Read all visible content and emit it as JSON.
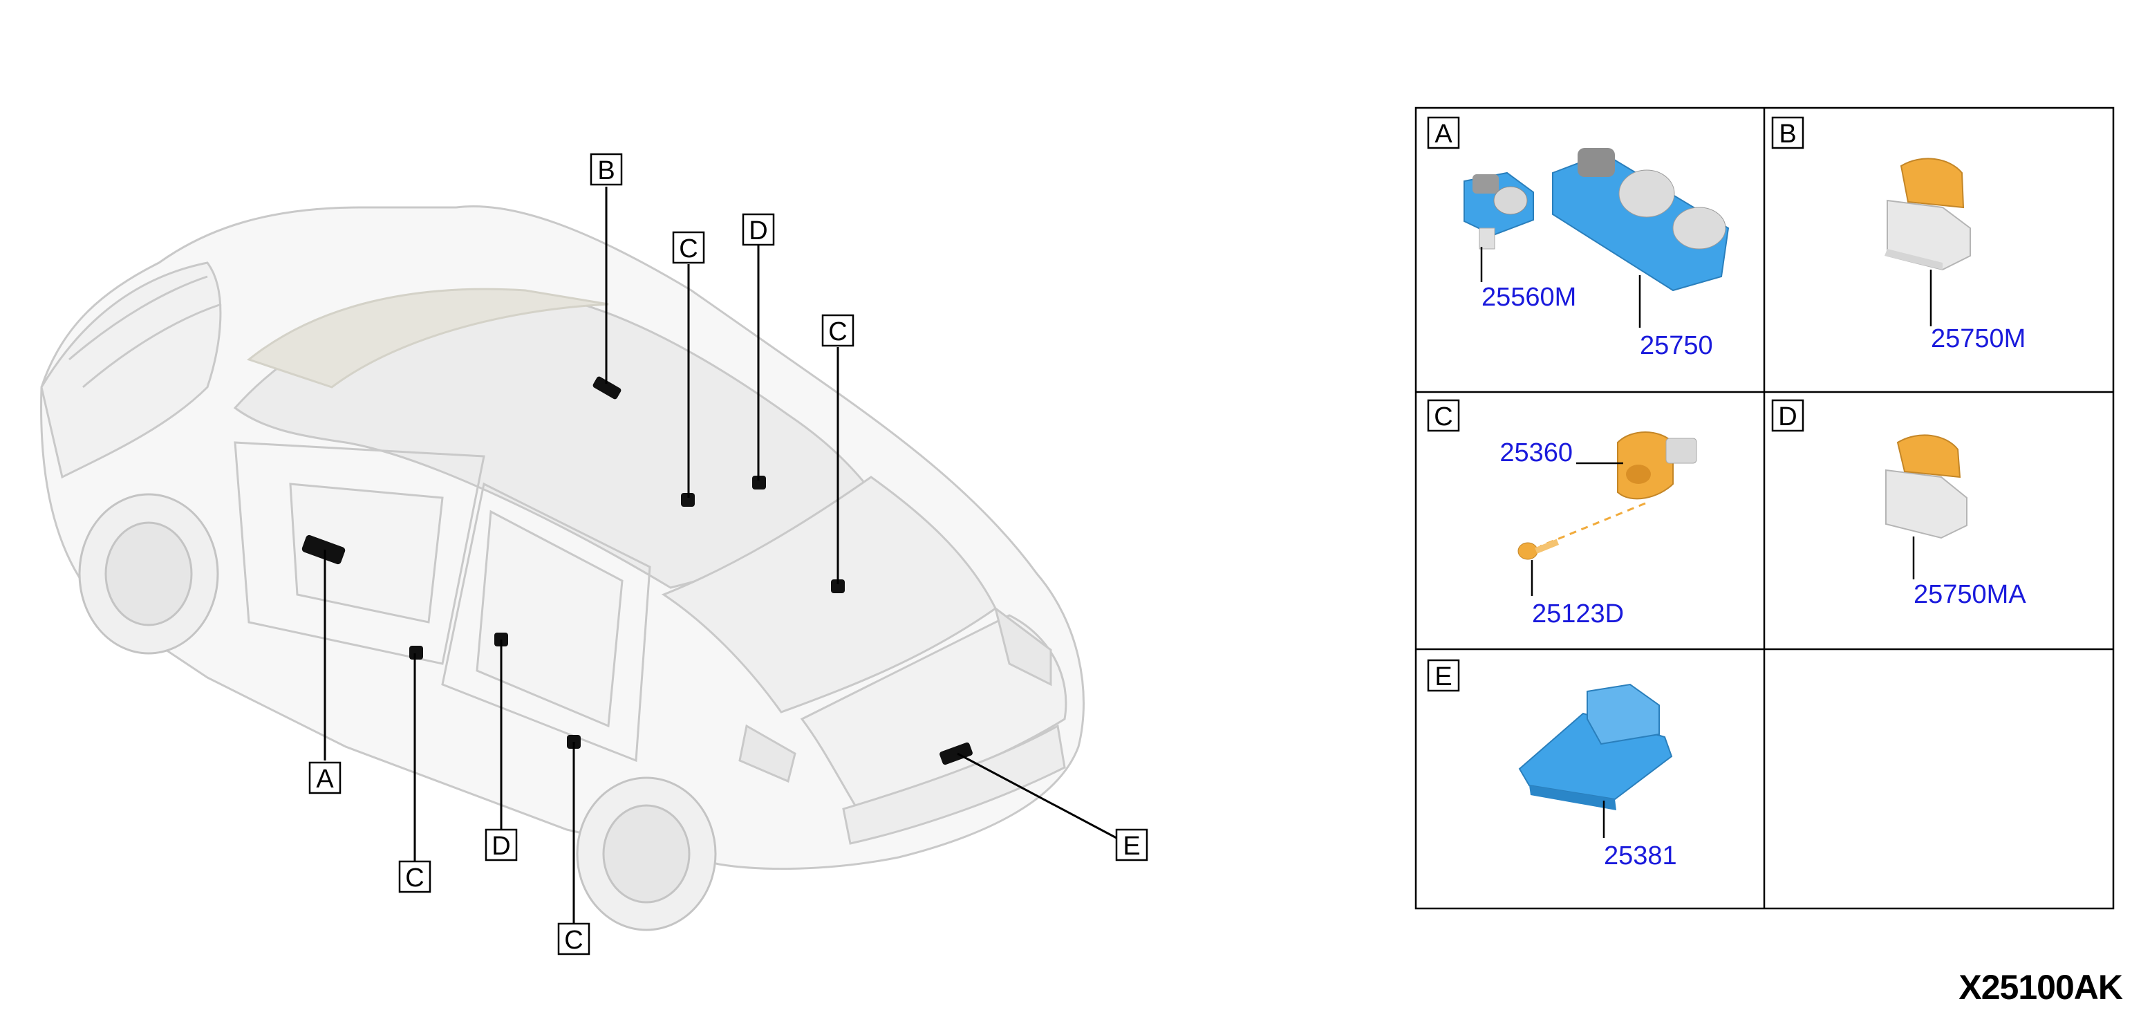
{
  "car_callouts": [
    {
      "id": "car-callout-b",
      "letter": "B"
    },
    {
      "id": "car-callout-c1",
      "letter": "C"
    },
    {
      "id": "car-callout-d1",
      "letter": "D"
    },
    {
      "id": "car-callout-c2",
      "letter": "C"
    },
    {
      "id": "car-callout-a",
      "letter": "A"
    },
    {
      "id": "car-callout-c3",
      "letter": "C"
    },
    {
      "id": "car-callout-d2",
      "letter": "D"
    },
    {
      "id": "car-callout-c4",
      "letter": "C"
    },
    {
      "id": "car-callout-e",
      "letter": "E"
    }
  ],
  "panels": {
    "A": {
      "letter": "A",
      "parts": [
        "25560M",
        "25750"
      ]
    },
    "B": {
      "letter": "B",
      "parts": [
        "25750M"
      ]
    },
    "C": {
      "letter": "C",
      "parts": [
        "25360",
        "25123D"
      ]
    },
    "D": {
      "letter": "D",
      "parts": [
        "25750MA"
      ]
    },
    "E": {
      "letter": "E",
      "parts": [
        "25381"
      ]
    }
  },
  "diagram_code": "X25100AK",
  "colors": {
    "part_label": "#1a1adc",
    "switch_blue": "#3fa3e8",
    "switch_orange": "#f1ab3c",
    "car_outline": "#c9c9c9"
  }
}
